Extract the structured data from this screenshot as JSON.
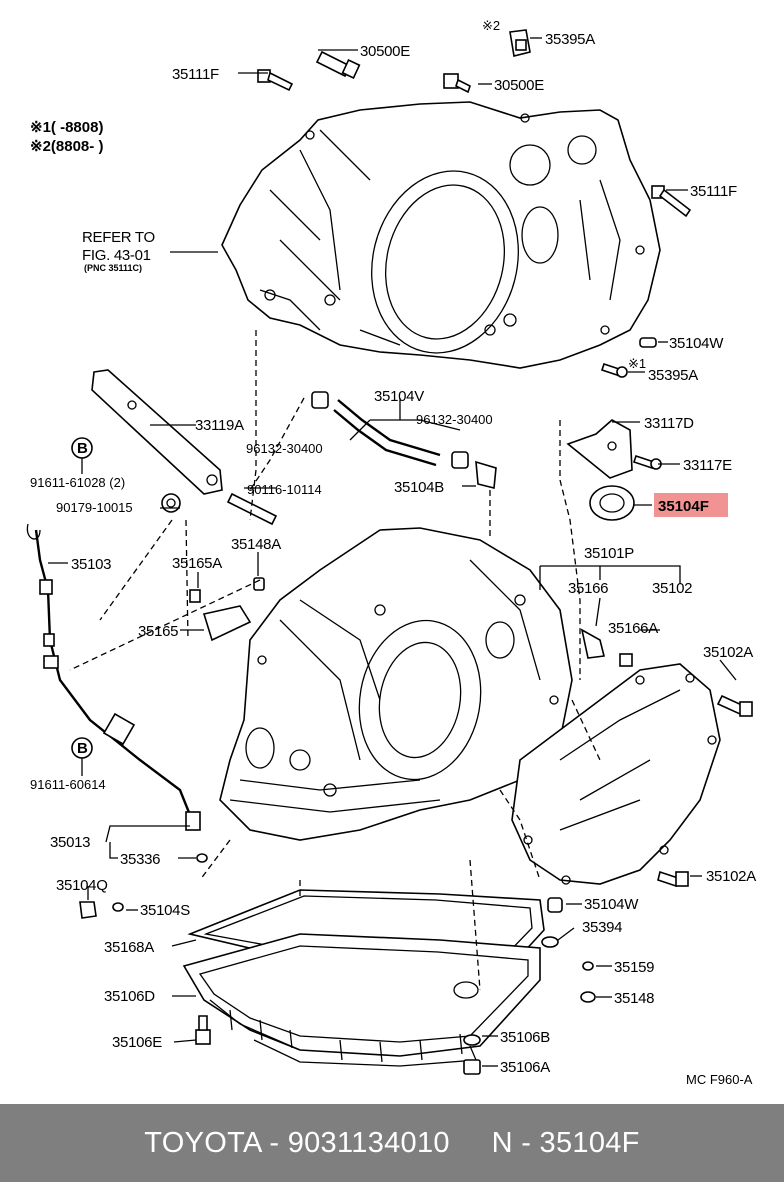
{
  "labels": {
    "l30500E_a": "30500E",
    "l35395A_a": "35395A",
    "l35111F_a": "35111F",
    "l30500E_b": "30500E",
    "note1": "※1(     -8808)",
    "note2": "※2(8808-        )",
    "star2": "※2",
    "star1": "※1",
    "l35111F_b": "35111F",
    "refer1": "REFER TO",
    "refer2": "FIG. 43-01",
    "refer3": "(PNC 35111C)",
    "l35104W_a": "35104W",
    "l35395A_b": "35395A",
    "l33119A": "33119A",
    "l35104V": "35104V",
    "l96132_a": "96132-30400",
    "l96132_b": "96132-30400",
    "l33117D": "33117D",
    "l33117E": "33117E",
    "l91611_61028": "91611-61028 (2)",
    "l90116": "90116-10114",
    "l35104B": "35104B",
    "l35104F": "35104F",
    "l90179": "90179-10015",
    "l35103": "35103",
    "l35148A": "35148A",
    "l35101P": "35101P",
    "l35165A": "35165A",
    "l35166": "35166",
    "l35102": "35102",
    "l35165": "35165",
    "l35166A": "35166A",
    "l35102A_a": "35102A",
    "l91611_60614": "91611-60614",
    "l35013": "35013",
    "l35336": "35336",
    "l35104Q": "35104Q",
    "l35104S": "35104S",
    "l35102A_b": "35102A",
    "l35104W_b": "35104W",
    "l35394": "35394",
    "l35168A": "35168A",
    "l35159": "35159",
    "l35106D": "35106D",
    "l35148": "35148",
    "l35106B": "35106B",
    "l35106E": "35106E",
    "l35106A": "35106A",
    "code": "MC F960-A",
    "b1": "B",
    "b2": "B"
  },
  "highlight_color": "#f08080",
  "footer": {
    "text": "TOYOTA - 9031134010     N - 35104F",
    "background": "#7f7f7f",
    "color": "#ffffff"
  }
}
